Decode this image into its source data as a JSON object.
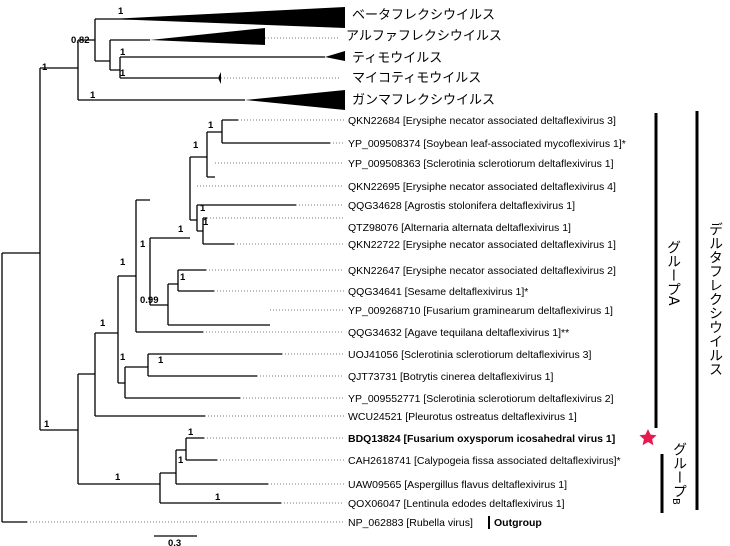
{
  "collapsed_clades": [
    "ベータフレクシウイルス",
    "アルファフレクシウイルス",
    "ティモウイルス",
    "マイコティモウイルス",
    "ガンマフレクシウイルス"
  ],
  "taxa": [
    {
      "acc": "QKN22684",
      "name": "[Erysiphe necator associated deltaflexivirus 3]"
    },
    {
      "acc": "YP_009508374",
      "name": "[Soybean leaf-associated mycoflexivirus 1]*"
    },
    {
      "acc": "YP_009508363",
      "name": "[Sclerotinia sclerotiorum deltaflexivirus 1]"
    },
    {
      "acc": "QKN22695",
      "name": "[Erysiphe necator associated deltaflexivirus 4]"
    },
    {
      "acc": "QQG34628",
      "name": "[Agrostis stolonifera deltaflexivirus 1]"
    },
    {
      "acc": "QTZ98076",
      "name": "[Alternaria alternata deltaflexivirus 1]"
    },
    {
      "acc": "QKN22722",
      "name": "[Erysiphe necator associated deltaflexivirus 1]"
    },
    {
      "acc": "QKN22647",
      "name": "[Erysiphe necator associated deltaflexivirus 2]"
    },
    {
      "acc": "QQG34641",
      "name": "[Sesame deltaflexivirus 1]*"
    },
    {
      "acc": "YP_009268710",
      "name": "[Fusarium graminearum deltaflexivirus 1]"
    },
    {
      "acc": "QQG34632",
      "name": "[Agave tequilana deltaflexivirus 1]**"
    },
    {
      "acc": "UOJ41056",
      "name": "[Sclerotinia sclerotiorum deltaflexivirus 3]"
    },
    {
      "acc": "QJT73731",
      "name": "[Botrytis cinerea deltaflexivirus 1]"
    },
    {
      "acc": "YP_009552771",
      "name": "[Sclerotinia sclerotiorum deltaflexivirus 2]"
    },
    {
      "acc": "WCU24521",
      "name": "[Pleurotus ostreatus deltaflexivirus 1]"
    },
    {
      "acc": "BDQ13824",
      "name": "[Fusarium oxysporum icosahedral virus 1]"
    },
    {
      "acc": "CAH2618741",
      "name": "[Calypogeia fissa associated deltaflexivirus]*"
    },
    {
      "acc": "UAW09565",
      "name": "[Aspergillus flavus deltaflexivirus 1]"
    },
    {
      "acc": "QOX06047",
      "name": "[Lentinula edodes deltaflexivirus 1]"
    },
    {
      "acc": "NP_062883",
      "name": "[Rubella virus]"
    }
  ],
  "outgroup_label": "Outgroup",
  "support": [
    "1",
    "0.82",
    "1",
    "1",
    "1",
    "1",
    "1",
    "1",
    "1",
    "1",
    "1",
    "1",
    "1",
    "1",
    "0.99",
    "1",
    "1",
    "1",
    "1",
    "1",
    "1",
    "1",
    "1"
  ],
  "groups": {
    "delta": "デルタフレクシウイルス",
    "groupA_main": "グループ",
    "groupA_sub": "A",
    "groupB_main": "グループ",
    "groupB_sub": "B"
  },
  "scale_label": "0.3",
  "highlight_color": "#e8194e"
}
